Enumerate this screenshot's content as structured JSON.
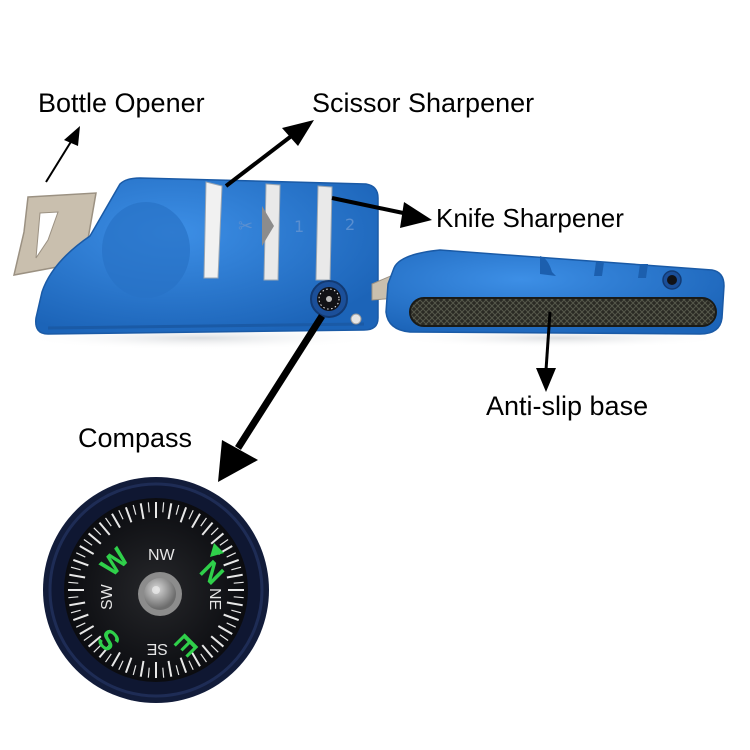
{
  "callouts": {
    "bottle_opener": "Bottle Opener",
    "scissor_sharpener": "Scissor Sharpener",
    "knife_sharpener": "Knife Sharpener",
    "anti_slip_base": "Anti-slip base",
    "compass": "Compass"
  },
  "sharpener": {
    "slot_marks": [
      "✂",
      "1",
      "2"
    ]
  },
  "compass_dial": {
    "cardinals": [
      "N",
      "E",
      "S",
      "W"
    ],
    "intercardinals": [
      "NE",
      "SE",
      "SW",
      "NW"
    ]
  },
  "colors": {
    "body_blue": "#2f7fd6",
    "body_blue_dark": "#1c5fae",
    "base_pad": "#2a2a24",
    "steel": "#c9bfae",
    "compass_green": "#2fd04a",
    "compass_case": "#121c3a",
    "arrow": "#000000"
  },
  "icons": [
    "bottle-opener-icon",
    "compass-icon"
  ]
}
